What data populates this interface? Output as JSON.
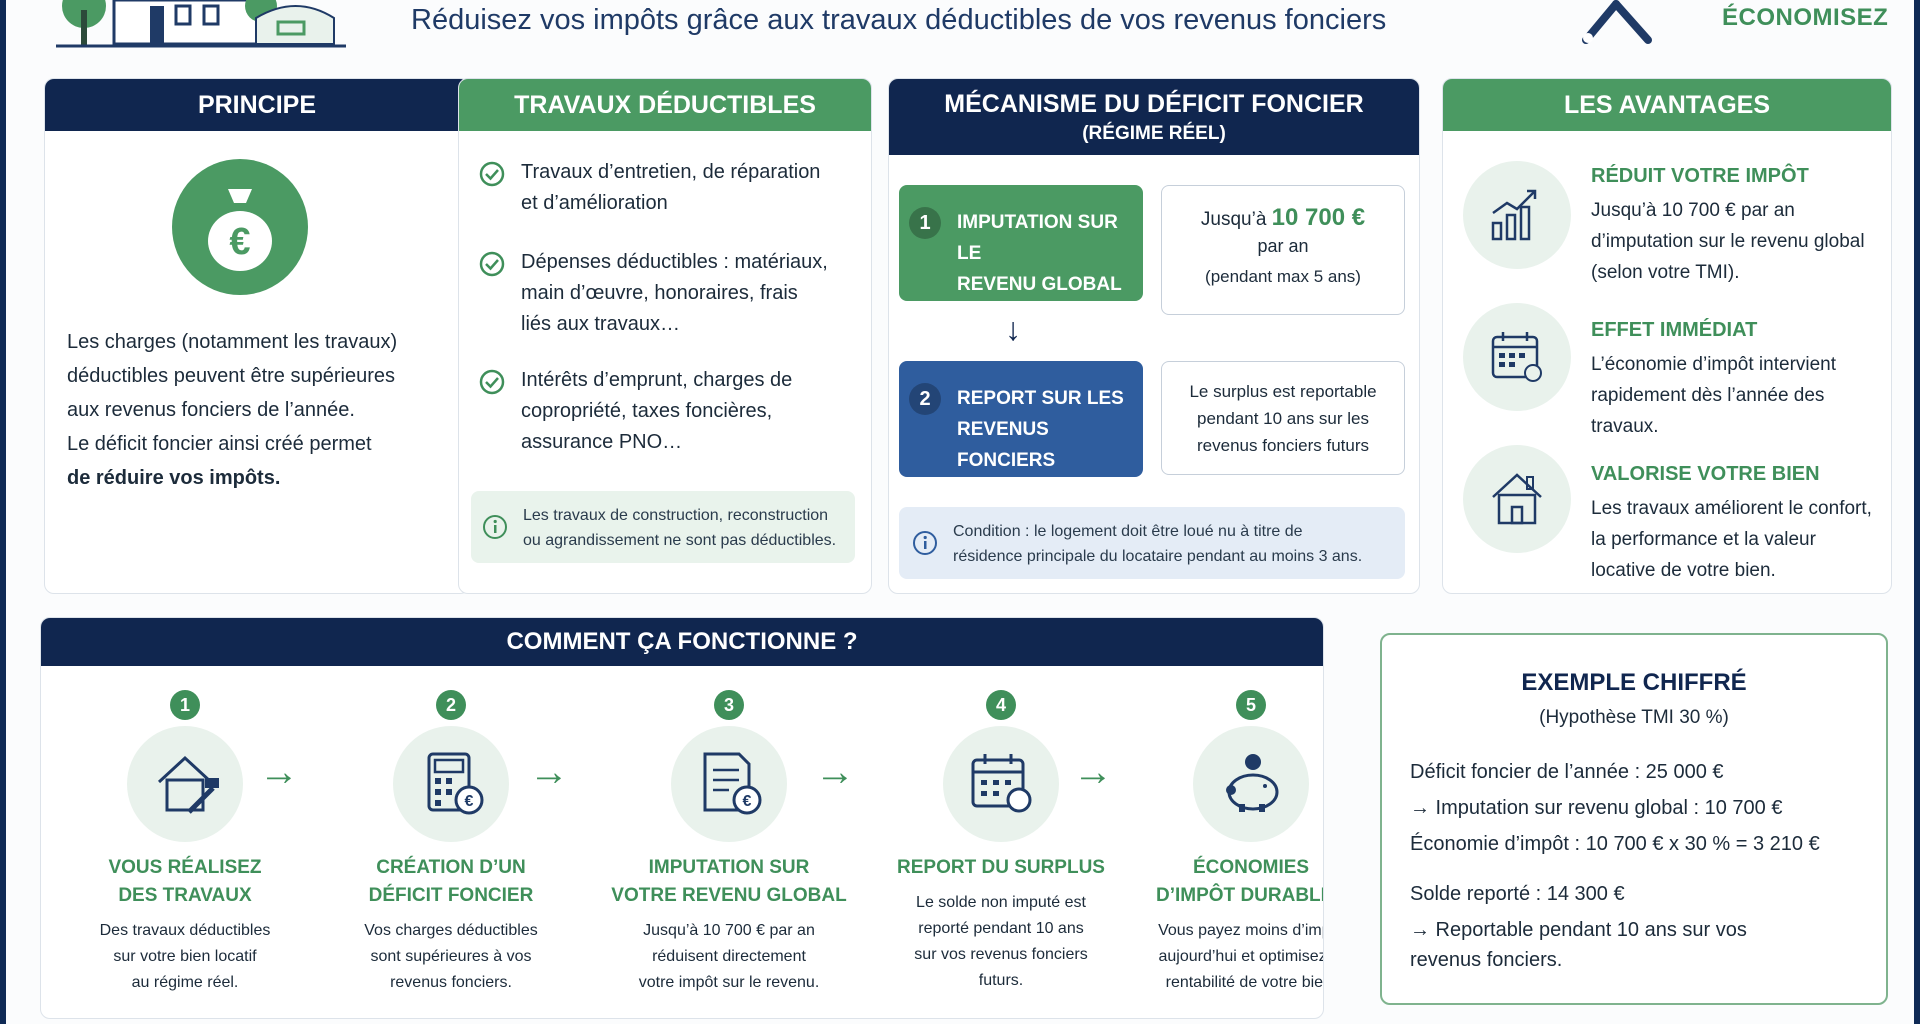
{
  "header": {
    "title": "Réduisez vos impôts grâce aux travaux déductibles de vos revenus fonciers",
    "cta": "ÉCONOMISEZ"
  },
  "principe": {
    "title": "PRINCIPE",
    "text_lines": [
      "Les charges (notamment les travaux)",
      "déductibles peuvent être supérieures",
      "aux revenus fonciers de l’année.",
      "Le déficit foncier ainsi créé permet"
    ],
    "text_bold": "de réduire vos impôts."
  },
  "travaux": {
    "title": "TRAVAUX DÉDUCTIBLES",
    "items": [
      {
        "l1": "Travaux d’entretien, de réparation",
        "l2": "et d’amélioration",
        "l3": ""
      },
      {
        "l1": "Dépenses déductibles : matériaux,",
        "l2": "main d’œuvre, honoraires, frais",
        "l3": "liés aux travaux…"
      },
      {
        "l1": "Intérêts d’emprunt, charges de",
        "l2": "copropriété, taxes foncières,",
        "l3": "assurance PNO…"
      }
    ],
    "note_l1": "Les travaux de construction, reconstruction",
    "note_l2": "ou agrandissement ne sont pas déductibles."
  },
  "mecanisme": {
    "title": "MÉCANISME DU DÉFICIT FONCIER",
    "subtitle": "(RÉGIME RÉEL)",
    "step1": {
      "num": "1",
      "l1": "IMPUTATION SUR LE",
      "l2": "REVENU GLOBAL"
    },
    "step2": {
      "num": "2",
      "l1": "REPORT SUR LES",
      "l2": "REVENUS FONCIERS"
    },
    "info1": {
      "prefix": "Jusqu’à",
      "amount": "10 700 €",
      "l2": "par an",
      "l3": "(pendant max 5 ans)"
    },
    "info2": {
      "l1": "Le surplus est reportable",
      "l2": "pendant 10 ans sur les",
      "l3": "revenus fonciers futurs"
    },
    "note_l1": "Condition : le logement doit être loué nu à titre de",
    "note_l2": "résidence principale du locataire pendant au moins 3 ans."
  },
  "avantages": {
    "title": "LES AVANTAGES",
    "items": [
      {
        "title": "RÉDUIT VOTRE IMPÔT",
        "l1": "Jusqu’à 10 700 € par an",
        "l2": "d’imputation sur le revenu global",
        "l3": "(selon votre TMI)."
      },
      {
        "title": "EFFET IMMÉDIAT",
        "l1": "L’économie d’impôt intervient",
        "l2": "rapidement dès l’année des",
        "l3": "travaux."
      },
      {
        "title": "VALORISE VOTRE BIEN",
        "l1": "Les travaux améliorent le confort,",
        "l2": "la performance et la valeur",
        "l3": "locative de votre bien."
      }
    ]
  },
  "comment": {
    "title": "COMMENT ÇA FONCTIONNE ?",
    "steps": [
      {
        "num": "1",
        "t1": "VOUS RÉALISEZ",
        "t2": "DES TRAVAUX",
        "d1": "Des travaux déductibles",
        "d2": "sur votre bien locatif",
        "d3": "au régime réel."
      },
      {
        "num": "2",
        "t1": "CRÉATION D’UN",
        "t2": "DÉFICIT FONCIER",
        "d1": "Vos charges déductibles",
        "d2": "sont supérieures à vos",
        "d3": "revenus fonciers."
      },
      {
        "num": "3",
        "t1": "IMPUTATION SUR",
        "t2": "VOTRE REVENU GLOBAL",
        "d1": "Jusqu’à 10 700 € par an",
        "d2": "réduisent directement",
        "d3": "votre impôt sur le revenu."
      },
      {
        "num": "4",
        "t1": "REPORT DU SURPLUS",
        "t2": "",
        "d1": "Le solde non imputé est",
        "d2": "reporté pendant 10 ans",
        "d3": "sur vos revenus fonciers",
        "d4": "futurs."
      },
      {
        "num": "5",
        "t1": "ÉCONOMIES",
        "t2": "D’IMPÔT DURABLES",
        "d1": "Vous payez moins d’impôt",
        "d2": "aujourd’hui et optimisez la",
        "d3": "rentabilité de votre bien."
      }
    ]
  },
  "exemple": {
    "title": "EXEMPLE CHIFFRÉ",
    "subtitle": "(Hypothèse TMI 30 %)",
    "lines": [
      "Déficit foncier de l’année : 25 000 €",
      "→ Imputation sur revenu global : 10 700 €",
      "Économie d’impôt : 10 700 € x 30 % = 3 210 €",
      "Solde reporté : 14 300 €",
      "→ Reportable pendant 10 ans sur vos",
      "revenus fonciers."
    ]
  }
}
